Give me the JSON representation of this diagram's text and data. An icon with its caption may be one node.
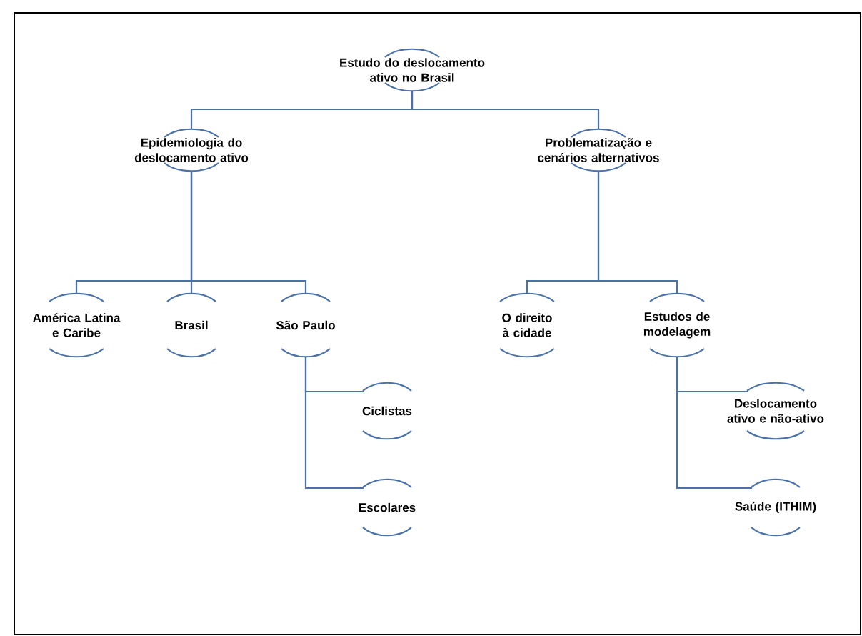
{
  "diagram": {
    "nodes": [
      {
        "text": [
          "Estudo do deslocamento ativo no Brasil"
        ]
      },
      {
        "text": [
          "Epidemiologia do deslocamento ativo"
        ]
      },
      {
        "text": [
          "Problematização e cenários alternativos"
        ]
      },
      {
        "text": [
          "América Latina e Caribe"
        ]
      },
      {
        "text": [
          "Brasil"
        ]
      },
      {
        "text": [
          "São Paulo"
        ]
      },
      {
        "text": [
          "O direito à cidade"
        ]
      },
      {
        "text": [
          "Estudos de modelagem"
        ]
      },
      {
        "text": [
          "Ciclistas"
        ]
      },
      {
        "text": [
          "Escolares"
        ]
      },
      {
        "text": [
          "Deslocamento ativo e não-ativo"
        ]
      },
      {
        "text": [
          "Saúde (ITHIM)"
        ]
      }
    ],
    "edges": [
      {
        "from": 0,
        "to": 1,
        "arrow": "none"
      },
      {
        "from": 0,
        "to": 2,
        "arrow": "none"
      },
      {
        "from": 1,
        "to": 3,
        "arrow": "none"
      },
      {
        "from": 1,
        "to": 4,
        "arrow": "none"
      },
      {
        "from": 1,
        "to": 5,
        "arrow": "none"
      },
      {
        "from": 2,
        "to": 6,
        "arrow": "none"
      },
      {
        "from": 2,
        "to": 7,
        "arrow": "none"
      },
      {
        "from": 5,
        "to": 8,
        "arrow": "none"
      },
      {
        "from": 5,
        "to": 9,
        "arrow": "none"
      },
      {
        "from": 7,
        "to": 10,
        "arrow": "none"
      },
      {
        "from": 7,
        "to": 11,
        "arrow": "none"
      }
    ]
  }
}
